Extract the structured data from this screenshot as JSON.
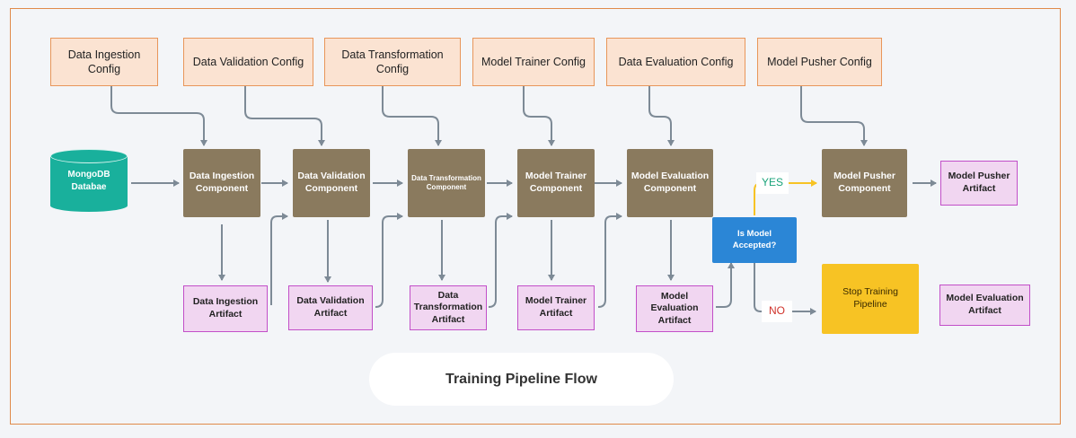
{
  "title": "Training Pipeline Flow",
  "database": {
    "label_line1": "MongoDB",
    "label_line2": "Databae"
  },
  "configs": [
    "Data Ingestion Config",
    "Data Validation Config",
    "Data Transformation Config",
    "Model Trainer Config",
    "Data Evaluation Config",
    "Model Pusher Config"
  ],
  "components": [
    "Data Ingestion Component",
    "Data Validation Component",
    "Data Transformation Component",
    "Model Trainer Component",
    "Model Evaluation Component",
    "Model Pusher Component"
  ],
  "artifacts": [
    "Data Ingestion Artifact",
    "Data Validation Artifact",
    "Data Transformation Artifact",
    "Model Trainer Artifact",
    "Model Evaluation Artifact",
    "Model Pusher Artifact",
    "Model Evaluation Artifact"
  ],
  "decision": "Is Model Accepted?",
  "yes_label": "YES",
  "no_label": "NO",
  "stop": "Stop Training Pipeline",
  "colors": {
    "config_fill": "#fbe3d2",
    "component_fill": "#8a7a5e",
    "artifact_fill": "#f1d6f1",
    "decision_fill": "#2b86d6",
    "stop_fill": "#f7c324",
    "database_fill": "#19b09c",
    "connector": "#7d8a96",
    "yes_connector": "#f7c324"
  }
}
